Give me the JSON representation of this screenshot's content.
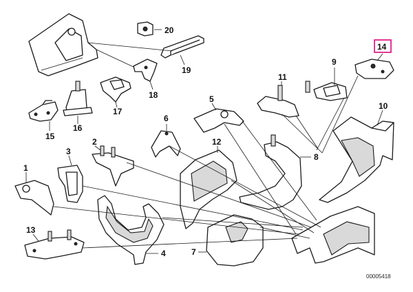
{
  "labels": {
    "p1": "1",
    "p2": "2",
    "p3": "3",
    "p4": "4",
    "p5": "5",
    "p6": "6",
    "p7": "7",
    "p8": "8",
    "p9": "9",
    "p10": "10",
    "p11": "11",
    "p12": "12",
    "p13": "13",
    "p14": "14",
    "p15": "15",
    "p16": "16",
    "p17": "17",
    "p18": "18",
    "p19": "19",
    "p20": "20"
  },
  "highlighted_part": "14",
  "highlight_color": "#e0218a",
  "doc_id": "00005418"
}
